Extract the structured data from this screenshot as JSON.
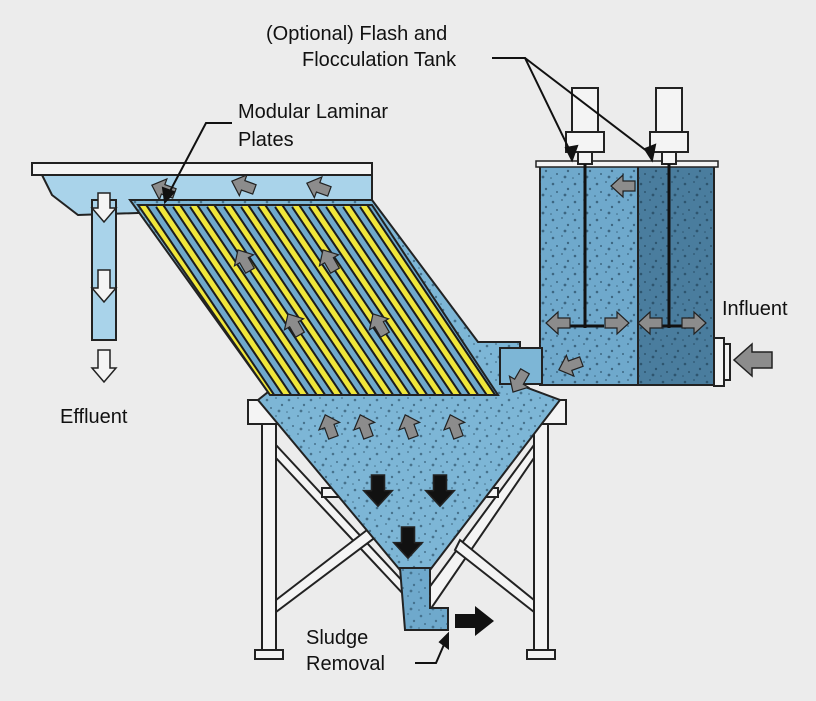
{
  "labels": {
    "tank_line1": "(Optional) Flash and",
    "tank_line2": "Flocculation Tank",
    "plates_line1": "Modular Laminar",
    "plates_line2": "Plates",
    "influent": "Influent",
    "effluent": "Effluent",
    "sludge_line1": "Sludge",
    "sludge_line2": "Removal"
  },
  "colors": {
    "water_light": "#a9d3ea",
    "water_mid": "#6fa9cc",
    "water_dark": "#4a7d9e",
    "plate_yellow": "#f0e63a",
    "frame_white": "#f4f4f4",
    "arrow_gray": "#8c8c8c",
    "arrow_black": "#111111",
    "background": "#ececec"
  }
}
